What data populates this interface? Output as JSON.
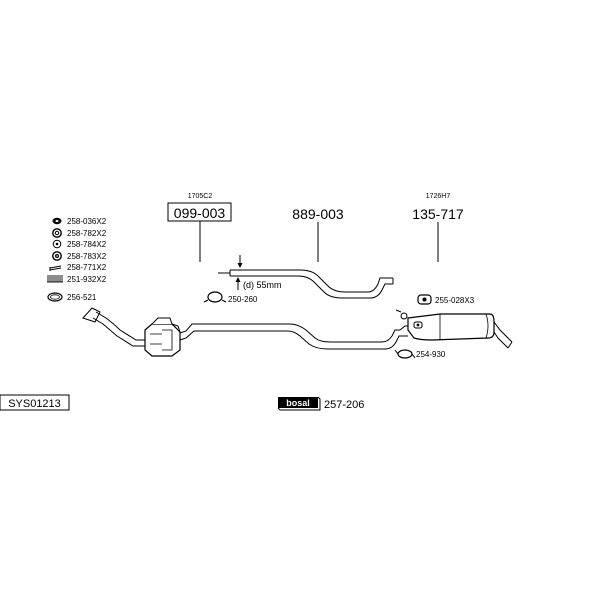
{
  "diagram": {
    "system_code": "SYS01213",
    "brand": "bosal",
    "brand_part": "257-206",
    "parts": {
      "front_pipe": {
        "ref": "1705C2",
        "number": "099-003"
      },
      "middle_pipe": {
        "number": "889-003"
      },
      "rear_silencer": {
        "ref": "1726H7",
        "number": "135-717"
      },
      "pipe_diameter": "(d) 55mm",
      "clamp": "250-260",
      "front_gasket": "256-521",
      "rear_mount": "255-028X3",
      "rear_clamp": "254-930"
    },
    "fittings": [
      {
        "label": "258-036X2",
        "icon": "rubber-mount-icon"
      },
      {
        "label": "258-782X2",
        "icon": "nut-icon"
      },
      {
        "label": "258-784X2",
        "icon": "washer-icon"
      },
      {
        "label": "258-783X2",
        "icon": "lock-nut-icon"
      },
      {
        "label": "258-771X2",
        "icon": "bolt-icon"
      },
      {
        "label": "251-932X2",
        "icon": "spring-icon"
      }
    ]
  }
}
